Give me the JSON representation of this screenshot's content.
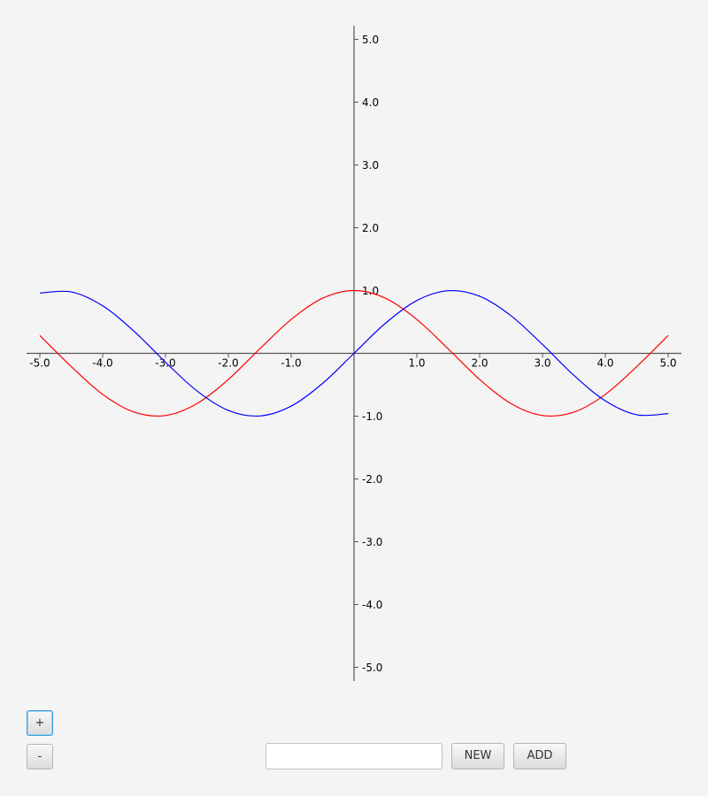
{
  "chart_data": {
    "type": "line",
    "xlim": [
      -5.0,
      5.0
    ],
    "ylim": [
      -5.0,
      5.0
    ],
    "x_ticks": [
      "-5.0",
      "-4.0",
      "-3.0",
      "-2.0",
      "-1.0",
      "1.0",
      "2.0",
      "3.0",
      "4.0",
      "5.0"
    ],
    "y_ticks": [
      "5.0",
      "4.0",
      "3.0",
      "2.0",
      "1.0",
      "-1.0",
      "-2.0",
      "-3.0",
      "-4.0",
      "-5.0"
    ],
    "grid": false,
    "series": [
      {
        "color": "#ff0000",
        "x": [
          -5.0,
          -4.5,
          -4.0,
          -3.5,
          -3.0,
          -2.5,
          -2.0,
          -1.5,
          -1.0,
          -0.5,
          0.0,
          0.5,
          1.0,
          1.5,
          2.0,
          2.5,
          3.0,
          3.5,
          4.0,
          4.5,
          5.0
        ],
        "y": [
          0.284,
          -0.211,
          -0.654,
          -0.936,
          -0.99,
          -0.801,
          -0.416,
          0.071,
          0.54,
          0.878,
          1.0,
          0.878,
          0.54,
          0.071,
          -0.416,
          -0.801,
          -0.99,
          -0.936,
          -0.654,
          -0.211,
          0.284
        ]
      },
      {
        "color": "#0000ff",
        "x": [
          -5.0,
          -4.5,
          -4.0,
          -3.5,
          -3.0,
          -2.5,
          -2.0,
          -1.5,
          -1.0,
          -0.5,
          0.0,
          0.5,
          1.0,
          1.5,
          2.0,
          2.5,
          3.0,
          3.5,
          4.0,
          4.5,
          5.0
        ],
        "y": [
          0.959,
          0.978,
          0.757,
          0.351,
          -0.141,
          -0.598,
          -0.909,
          -0.997,
          -0.841,
          -0.479,
          0.0,
          0.479,
          0.841,
          0.997,
          0.909,
          0.598,
          0.141,
          -0.351,
          -0.757,
          -0.978,
          -0.959
        ]
      }
    ]
  },
  "controls": {
    "zoom_in_label": "+",
    "zoom_out_label": "-",
    "function_input_value": "",
    "function_input_placeholder": "",
    "new_label": "NEW",
    "add_label": "ADD"
  }
}
